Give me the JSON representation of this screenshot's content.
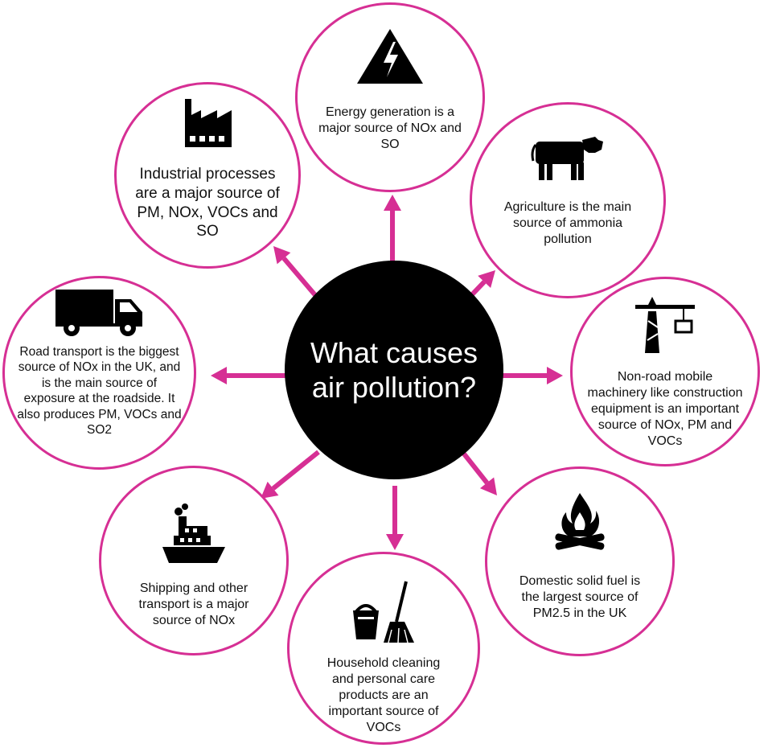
{
  "colors": {
    "accent": "#d62f94",
    "center": "#000000",
    "text": "#111111"
  },
  "center_title": "What causes air pollution?",
  "sources": [
    {
      "id": "energy",
      "icon": "lightning-icon",
      "text": "Energy generation is a major source of NOx and SO"
    },
    {
      "id": "agriculture",
      "icon": "cow-icon",
      "text": "Agriculture is the main source of ammonia pollution"
    },
    {
      "id": "nonroad",
      "icon": "crane-icon",
      "text": "Non-road mobile machinery like construction equipment is an important source of NOx, PM and VOCs"
    },
    {
      "id": "domestic",
      "icon": "fire-icon",
      "text": "Domestic solid fuel is the largest source of PM2.5 in the UK"
    },
    {
      "id": "household",
      "icon": "bucket-broom-icon",
      "text": "Household cleaning and personal care products are an important source of VOCs"
    },
    {
      "id": "shipping",
      "icon": "ship-icon",
      "text": "Shipping and other transport is a major source of NOx"
    },
    {
      "id": "road",
      "icon": "truck-icon",
      "text": "Road transport is the biggest source of NOx in the UK, and is the main source of exposure at the roadside. It also produces PM, VOCs and SO2"
    },
    {
      "id": "industrial",
      "icon": "factory-icon",
      "text": "Industrial processes are a major source of PM, NOx, VOCs and SO"
    }
  ]
}
